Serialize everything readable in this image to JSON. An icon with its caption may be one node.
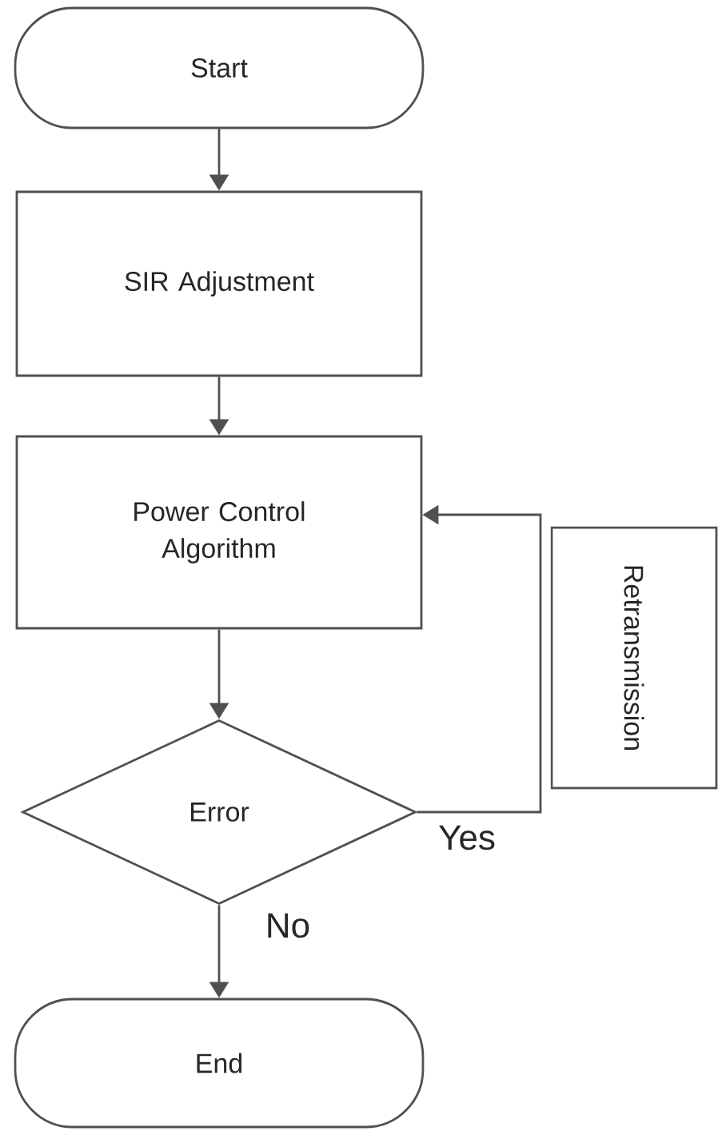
{
  "diagram": {
    "nodes": [
      {
        "text": [
          "Start"
        ]
      },
      {
        "text": [
          "SIR Adjustment"
        ]
      },
      {
        "text": [
          "Power Control Algorithm"
        ]
      },
      {
        "text": [
          "Retransmission"
        ]
      },
      {
        "text": [
          "Error"
        ]
      },
      {
        "text": [
          "End"
        ]
      }
    ],
    "edges": [
      {
        "from": 0,
        "to": 1,
        "arrow": "to"
      },
      {
        "from": 1,
        "to": 2,
        "arrow": "to"
      },
      {
        "from": 2,
        "to": 4,
        "arrow": "to"
      },
      {
        "from": 4,
        "to": 2,
        "arrow": "to",
        "label": "Yes"
      },
      {
        "from": 4,
        "to": 5,
        "arrow": "to",
        "label": "No"
      }
    ]
  }
}
